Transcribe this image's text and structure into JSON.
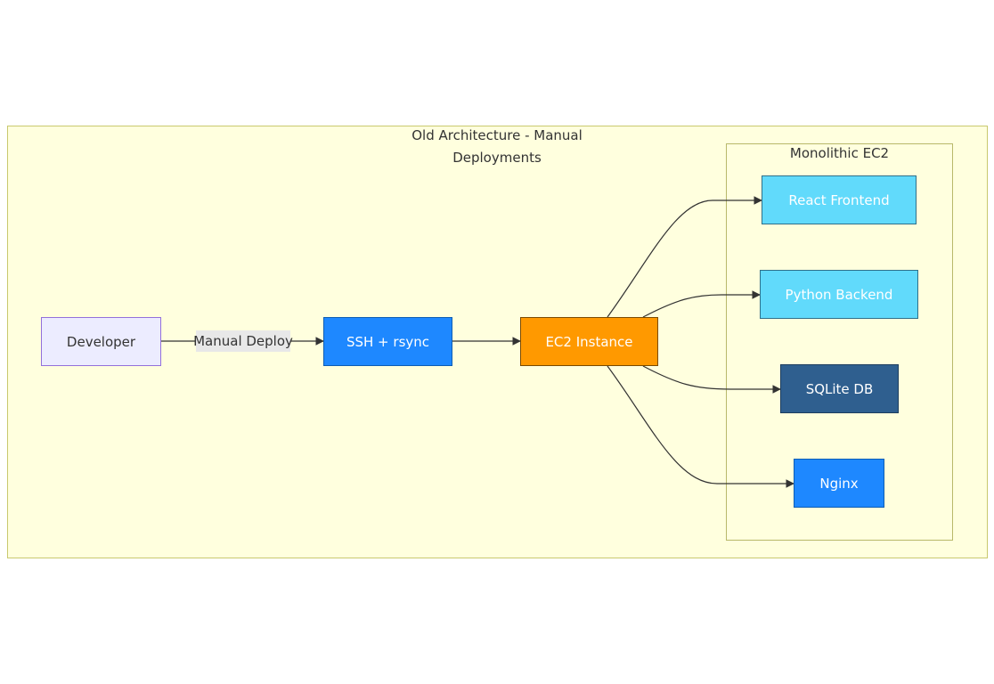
{
  "outer_cluster": {
    "title_line1": "Old Architecture - Manual",
    "title_line2": "Deployments"
  },
  "inner_cluster": {
    "title": "Monolithic EC2"
  },
  "nodes": {
    "developer": {
      "label": "Developer",
      "fill": "#ececff",
      "stroke": "#9370db",
      "text": "#333333"
    },
    "ssh": {
      "label": "SSH + rsync",
      "fill": "#1e88ff",
      "stroke": "#0d5db3",
      "text": "#ffffff"
    },
    "ec2": {
      "label": "EC2 Instance",
      "fill": "#ff9900",
      "stroke": "#7a4a00",
      "text": "#ffffff"
    },
    "react": {
      "label": "React Frontend",
      "fill": "#61dafb",
      "stroke": "#2f6f8a",
      "text": "#ffffff"
    },
    "python": {
      "label": "Python Backend",
      "fill": "#61dafb",
      "stroke": "#2f6f8a",
      "text": "#ffffff"
    },
    "sqlite": {
      "label": "SQLite DB",
      "fill": "#2f5f8f",
      "stroke": "#1d3d5e",
      "text": "#ffffff"
    },
    "nginx": {
      "label": "Nginx",
      "fill": "#1e88ff",
      "stroke": "#0d5db3",
      "text": "#ffffff"
    }
  },
  "edges": {
    "developer_to_ssh_label": "Manual Deploy"
  }
}
